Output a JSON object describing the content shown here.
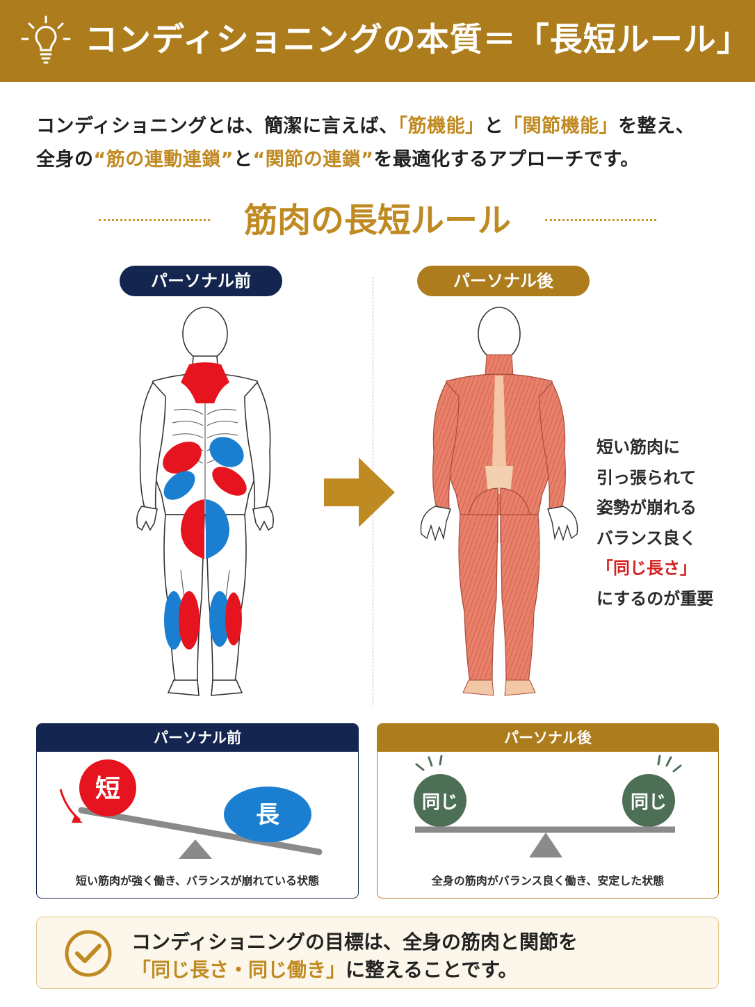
{
  "header": {
    "title": "コンディショニングの本質＝「長短ルール」",
    "icon": "lightbulb-icon"
  },
  "intro": {
    "l1_a": "コンディショニングとは、簡潔に言えば、",
    "l1_hl1": "「筋機能」",
    "l1_b": "と",
    "l1_hl2": "「関節機能」",
    "l1_c": "を整え、",
    "l2_a": "全身の",
    "l2_hl1": "“筋の連動連鎖”",
    "l2_b": "と",
    "l2_hl2": "“関節の連鎖”",
    "l2_c": "を最適化するアプローチです。"
  },
  "section": {
    "title": "筋肉の長短ルール"
  },
  "before": {
    "label": "パーソナル前"
  },
  "after": {
    "label": "パーソナル後"
  },
  "side_text": {
    "lines": [
      "短い筋肉に",
      "引っ張られて",
      "姿勢が崩れる",
      "バランス良く"
    ],
    "highlight": "「同じ長さ」",
    "last": "にするのが重要"
  },
  "panel_before": {
    "title": "パーソナル前",
    "short": "短",
    "long": "長",
    "caption": "短い筋肉が強く働き、バランスが崩れている状態"
  },
  "panel_after": {
    "title": "パーソナル後",
    "left": "同じ",
    "right": "同じ",
    "caption": "全身の筋肉がバランス良く働き、安定した状態"
  },
  "goal": {
    "line1": "コンディショニングの目標は、全身の筋肉と関節を",
    "line2_hl": "「同じ長さ・同じ働き」",
    "line2_rest": "に整えることです。"
  },
  "colors": {
    "gold": "#ad7d1d",
    "navy": "#14264f",
    "red": "#e5141e",
    "blue": "#1b7fd1",
    "green": "#4d6f56"
  }
}
